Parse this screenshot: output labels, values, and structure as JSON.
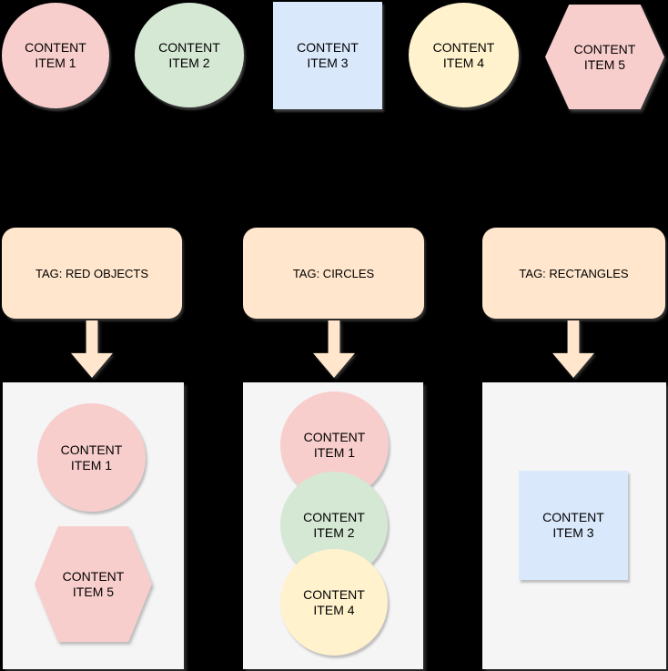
{
  "canvas": {
    "background": "#000000",
    "text_color": "#000000"
  },
  "top_items": [
    {
      "label": "CONTENT\nITEM 1",
      "shape": "circle",
      "fill": "#F8CECC"
    },
    {
      "label": "CONTENT\nITEM 2",
      "shape": "circle",
      "fill": "#D5E8D4"
    },
    {
      "label": "CONTENT\nITEM 3",
      "shape": "square",
      "fill": "#DAE8FC"
    },
    {
      "label": "CONTENT\nITEM 4",
      "shape": "circle",
      "fill": "#FFF2CC"
    },
    {
      "label": "CONTENT\nITEM 5",
      "shape": "hexagon",
      "fill": "#F8CECC"
    }
  ],
  "tags": [
    {
      "label": "TAG: RED OBJECTS"
    },
    {
      "label": "TAG: CIRCLES"
    },
    {
      "label": "TAG: RECTANGLES"
    }
  ],
  "tag_fill": "#FFE6CC",
  "arrow_fill": "#FFE6CC",
  "containers": [
    {
      "fill": "#F5F5F5",
      "items": [
        {
          "label": "CONTENT\nITEM 1",
          "shape": "circle",
          "fill": "#F8CECC"
        },
        {
          "label": "CONTENT\nITEM 5",
          "shape": "hexagon",
          "fill": "#F8CECC"
        }
      ]
    },
    {
      "fill": "#F5F5F5",
      "items": [
        {
          "label": "CONTENT\nITEM 1",
          "shape": "circle",
          "fill": "#F8CECC"
        },
        {
          "label": "CONTENT\nITEM 2",
          "shape": "circle",
          "fill": "#D5E8D4"
        },
        {
          "label": "CONTENT\nITEM 4",
          "shape": "circle",
          "fill": "#FFF2CC"
        }
      ]
    },
    {
      "fill": "#F5F5F5",
      "items": [
        {
          "label": "CONTENT\nITEM 3",
          "shape": "square",
          "fill": "#DAE8FC"
        }
      ]
    }
  ]
}
